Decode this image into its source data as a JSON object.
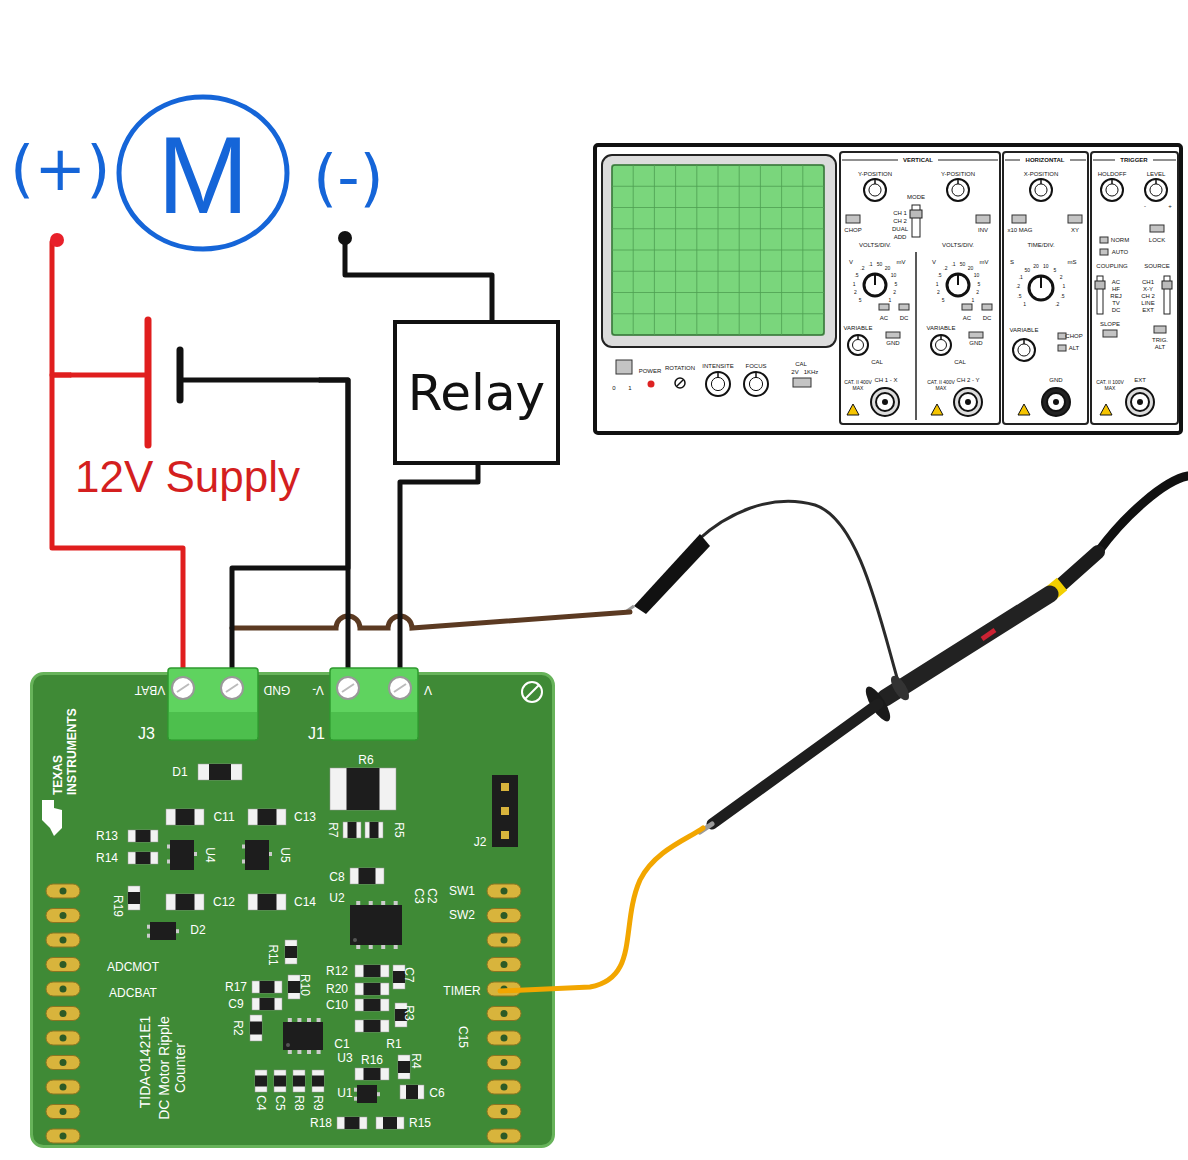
{
  "diagram": {
    "nodes": [
      {
        "text": [
          "(+)",
          "M",
          "(-)"
        ]
      },
      {
        "text": [
          "Relay"
        ]
      },
      {
        "text": [
          "12V Supply"
        ]
      },
      {
        "text": [
          "TEXAS INSTRUMENTS",
          "TIDA-01421E1",
          "DC Motor Ripple Counter"
        ]
      },
      {
        "text": [
          "J3"
        ],
        "in": 3
      },
      {
        "text": [
          "J1"
        ],
        "in": 3
      }
    ],
    "edges": [
      {
        "from": 0,
        "to": 1,
        "arrow": "none"
      },
      {
        "from": 0,
        "to": 2,
        "arrow": "none"
      },
      {
        "from": 2,
        "to": 4,
        "arrow": "none"
      },
      {
        "from": 2,
        "to": 4,
        "arrow": "none"
      },
      {
        "from": 2,
        "to": 5,
        "arrow": "none"
      },
      {
        "from": 1,
        "to": 5,
        "arrow": "none"
      }
    ],
    "labels": [
      "VERTICAL",
      "HORIZONTAL",
      "TRIGGER",
      "Y-POSITION",
      "Y-POSITION",
      "MODE",
      "CH 1",
      "CH 2",
      "DUAL",
      "ADD",
      "CHOP",
      "INV",
      "VOLTS/DIV.",
      "VOLTS/DIV.",
      "V",
      "mV",
      "V",
      "mV",
      "5",
      "2",
      "1",
      ".5",
      ".2",
      ".1",
      "50",
      "20",
      "10",
      "5",
      "2",
      "1",
      "5",
      "2",
      "1",
      ".5",
      ".2",
      ".1",
      "50",
      "20",
      "10",
      "5",
      "2",
      "1",
      "AC",
      "DC",
      "GND",
      "VARIABLE",
      "CAL",
      "AC",
      "DC",
      "GND",
      "VARIABLE",
      "CAL",
      "CAT. II 400V MAX",
      "CH 1 - X",
      "CAT. II 400V MAX",
      "CH 2 - Y",
      "X-POSITION",
      "x10 MAG",
      "XY",
      "TIME/DIV.",
      "S",
      "mS",
      "1",
      ".5",
      ".2",
      ".1",
      "50",
      "20",
      "10",
      "5",
      "2",
      "1",
      ".5",
      ".2",
      "VARIABLE",
      "CHOP",
      "ALT",
      "GND",
      "HOLDOFF",
      "LEVEL",
      "-",
      "+",
      "NORM",
      "AUTO",
      "LOCK",
      "COUPLING",
      "AC",
      "HF",
      "REJ",
      "TV",
      "DC",
      "SOURCE",
      "CH1",
      "X-Y",
      "CH 2",
      "LINE",
      "EXT",
      "SLOPE",
      "TRIG. ALT",
      "EXT",
      "CAT. II 100V MAX",
      "POWER",
      "0",
      "1",
      "ROTATION",
      "INTENSITE",
      "FOCUS",
      "CAL",
      "2V",
      "1KHz",
      "VBAT",
      "GND",
      "V-",
      "V",
      "D1",
      "R6",
      "C11",
      "C13",
      "R13",
      "R14",
      "U4",
      "U5",
      "R7",
      "R5",
      "C8",
      "J2",
      "C12",
      "C14",
      "U2",
      "C2",
      "C3",
      "SW1",
      "SW2",
      "R19",
      "D2",
      "R11",
      "ADCMOT",
      "ADCBAT",
      "R12",
      "R20",
      "C10",
      "C7",
      "R17",
      "C9",
      "R10",
      "R3",
      "TIMER",
      "R2",
      "C1",
      "R1",
      "U3",
      "R16",
      "R4",
      "C15",
      "C4",
      "C5",
      "R8",
      "R9",
      "U1",
      "C6",
      "R18",
      "R15"
    ]
  }
}
